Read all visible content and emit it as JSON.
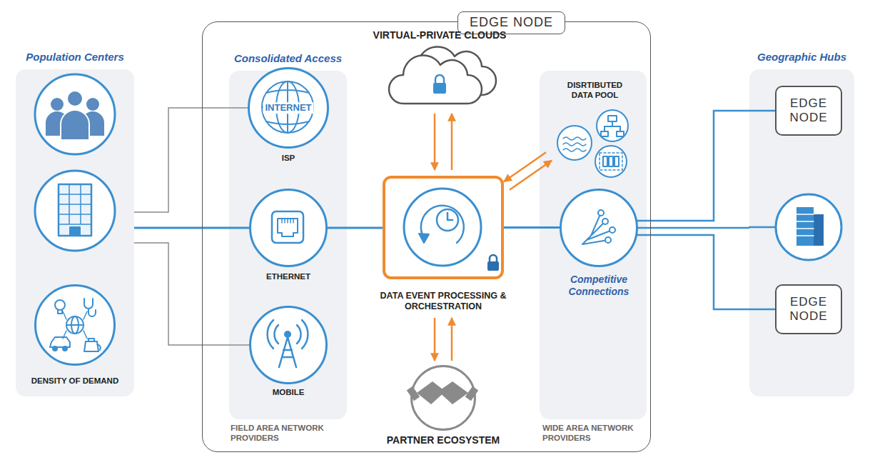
{
  "diagram": {
    "nodes": [
      {
        "text": [
          "Population Centers"
        ]
      },
      {
        "text": [
          "DENSITY OF DEMAND"
        ],
        "in": 0
      },
      {
        "text": [
          "EDGE NODE"
        ]
      },
      {
        "text": [
          "Consolidated Access",
          "FIELD AREA NETWORK PROVIDERS"
        ],
        "in": 2
      },
      {
        "text": [
          "INTERNET",
          "ISP"
        ],
        "in": 3
      },
      {
        "text": [
          "ETHERNET"
        ],
        "in": 3
      },
      {
        "text": [
          "MOBILE"
        ],
        "in": 3
      },
      {
        "text": [
          "VIRTUAL-PRIVATE CLOUDS"
        ],
        "in": 2
      },
      {
        "text": [
          "DATA EVENT PROCESSING & ORCHESTRATION"
        ],
        "in": 2
      },
      {
        "text": [
          "PARTNER ECOSYSTEM"
        ],
        "in": 2
      },
      {
        "text": [
          "WIDE AREA NETWORK PROVIDERS"
        ],
        "in": 2
      },
      {
        "text": [
          "DISRTIBUTED DATA POOL"
        ],
        "in": 10
      },
      {
        "text": [
          "Competitive Connections"
        ],
        "in": 10
      },
      {
        "text": [
          "Geographic Hubs"
        ]
      },
      {
        "text": [
          "EDGE NODE"
        ],
        "in": 13
      },
      {
        "text": [
          "EDGE NODE"
        ],
        "in": 13
      }
    ],
    "edges": [
      {
        "from": 0,
        "to": 4,
        "arrow": "none"
      },
      {
        "from": 0,
        "to": 5,
        "arrow": "none"
      },
      {
        "from": 0,
        "to": 6,
        "arrow": "none"
      },
      {
        "from": 5,
        "to": 8,
        "arrow": "none"
      },
      {
        "from": 8,
        "to": 7,
        "arrow": "both"
      },
      {
        "from": 8,
        "to": 11,
        "arrow": "both"
      },
      {
        "from": 8,
        "to": 9,
        "arrow": "both"
      },
      {
        "from": 8,
        "to": 12,
        "arrow": "none"
      },
      {
        "from": 12,
        "to": 14,
        "arrow": "none"
      },
      {
        "from": 12,
        "to": 13,
        "arrow": "none"
      },
      {
        "from": 12,
        "to": 15,
        "arrow": "none"
      }
    ]
  }
}
